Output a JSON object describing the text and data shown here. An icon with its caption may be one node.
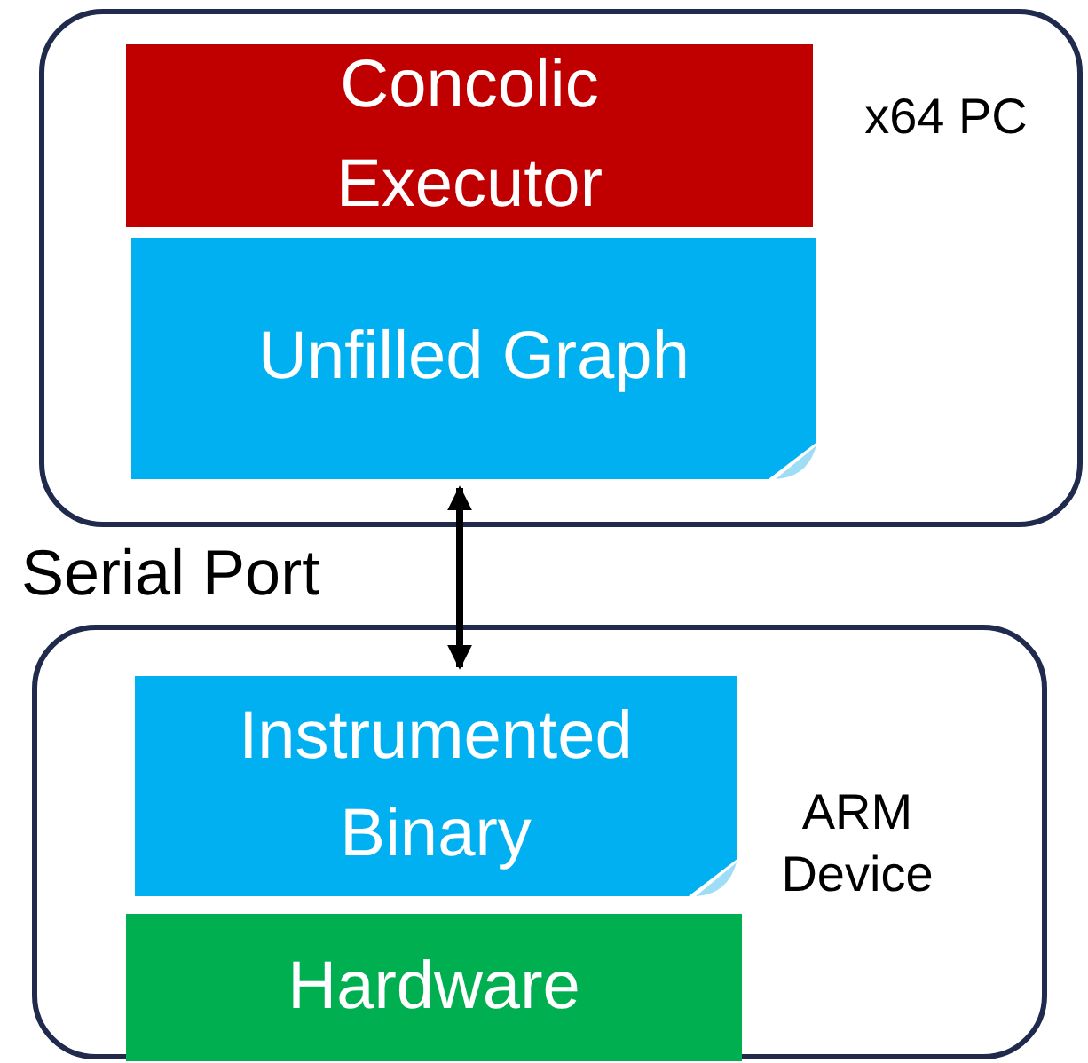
{
  "diagram": {
    "nodes": [
      {
        "text": [
          "x64 PC"
        ]
      },
      {
        "text": [
          "Concolic Executor"
        ],
        "in": 0
      },
      {
        "text": [
          "Unfilled Graph"
        ],
        "in": 0
      },
      {
        "text": [
          "ARM Device"
        ]
      },
      {
        "text": [
          "Instrumented Binary"
        ],
        "in": 3
      },
      {
        "text": [
          "Hardware"
        ],
        "in": 3
      }
    ],
    "edges": [
      {
        "from": 2,
        "to": 4,
        "arrow": "both",
        "label": "Serial Port"
      }
    ]
  }
}
